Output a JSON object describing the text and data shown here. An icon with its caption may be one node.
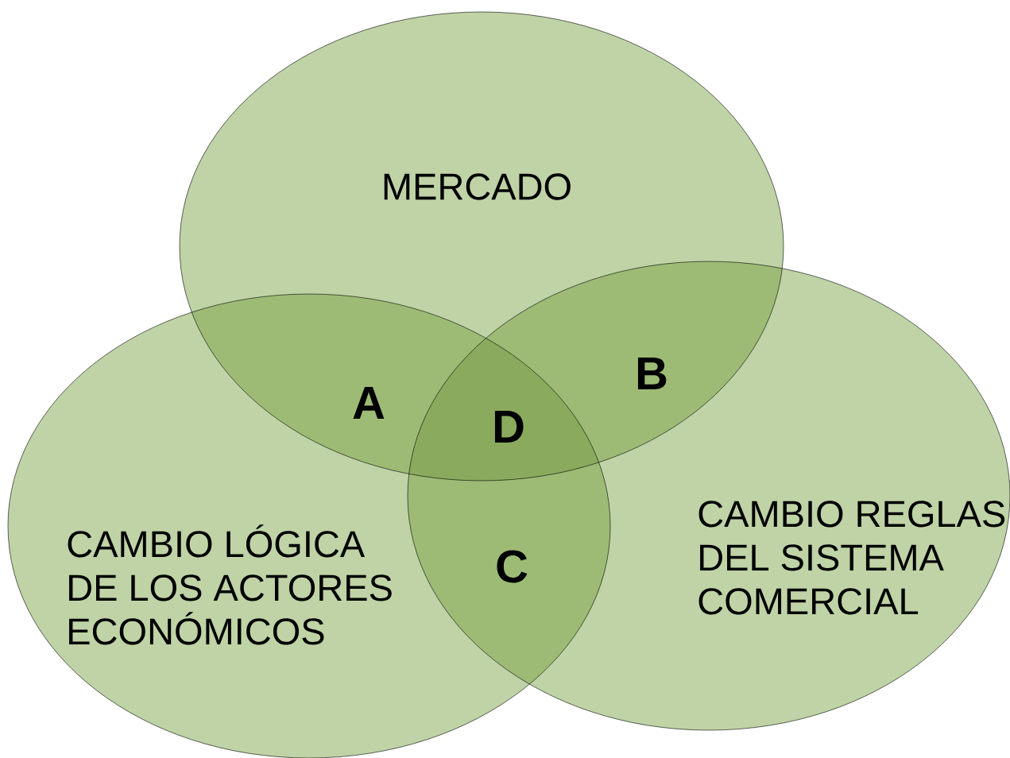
{
  "diagram": {
    "nodes": [
      {
        "text": [
          "MERCADO"
        ]
      },
      {
        "text": [
          "CAMBIO LÓGICA DE LOS ACTORES ECONÓMICOS"
        ]
      },
      {
        "text": [
          "CAMBIO REGLAS DEL SISTEMA COMERCIAL"
        ]
      }
    ],
    "labels": [
      "A",
      "B",
      "D",
      "C"
    ]
  }
}
